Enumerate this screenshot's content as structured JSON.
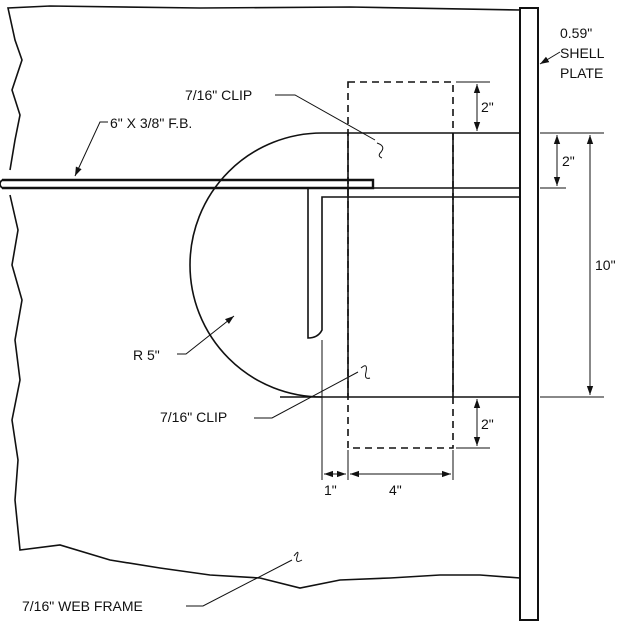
{
  "labels": {
    "shell_plate_1": "0.59\"",
    "shell_plate_2": "SHELL",
    "shell_plate_3": "PLATE",
    "clip_top": "7/16\" CLIP",
    "flat_bar": "6\" X 3/8\" F.B.",
    "radius": "R 5\"",
    "clip_bottom": "7/16\" CLIP",
    "web_frame": "7/16\" WEB FRAME"
  },
  "dimensions": {
    "clip_top_height": "2\"",
    "opening_top_offset": "2\"",
    "opening_height": "10\"",
    "clip_bottom_height": "2\"",
    "gap_width": "1\"",
    "clip_width": "4\""
  },
  "colors": {
    "line": "#111111",
    "background": "#ffffff"
  }
}
